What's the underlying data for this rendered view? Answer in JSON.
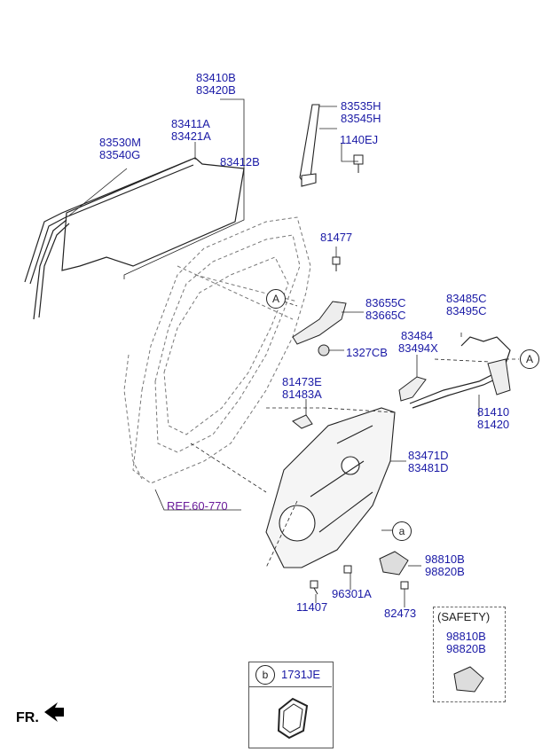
{
  "labels": {
    "p83410B": "83410B",
    "p83420B": "83420B",
    "p83411A": "83411A",
    "p83421A": "83421A",
    "p83412B": "83412B",
    "p83530M": "83530M",
    "p83540G": "83540G",
    "p83535H": "83535H",
    "p83545H": "83545H",
    "p1140EJ": "1140EJ",
    "p81477": "81477",
    "p83655C": "83655C",
    "p83665C": "83665C",
    "p1327CB": "1327CB",
    "p83485C": "83485C",
    "p83495C": "83495C",
    "p83484": "83484",
    "p83494X": "83494X",
    "p81473E": "81473E",
    "p81483A": "81483A",
    "p81410": "81410",
    "p81420": "81420",
    "p83471D": "83471D",
    "p83481D": "83481D",
    "p98810B": "98810B",
    "p98820B": "98820B",
    "p96301A": "96301A",
    "p11407": "11407",
    "p82473": "82473",
    "safety": "(SAFETY)",
    "s98810B": "98810B",
    "s98820B": "98820B",
    "p1731JE": "1731JE",
    "ref": "REF.60-770",
    "fr": "FR."
  },
  "callouts": {
    "A1": "A",
    "A2": "A",
    "a": "a",
    "b": "b"
  },
  "colors": {
    "label": "#1a1aa6",
    "ref": "#6a1b9a",
    "line": "#222222"
  }
}
